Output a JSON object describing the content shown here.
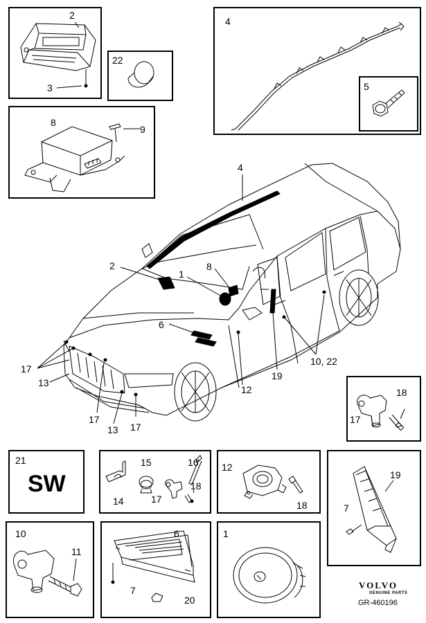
{
  "callouts": {
    "c2_box": "2",
    "c3": "3",
    "c22_box": "22",
    "c4_box": "4",
    "c5_box": "5",
    "c8_box": "8",
    "c9": "9",
    "c4_car": "4",
    "c2_car": "2",
    "c1_car": "1",
    "c8_car": "8",
    "c6_car": "6",
    "c17_left": "17",
    "c13_left": "13",
    "c17_bottom_a": "17",
    "c13_bottom": "13",
    "c17_bottom_b": "17",
    "c12_car": "12",
    "c19_car": "19",
    "c10_22_car": "10, 22",
    "c18_sensor": "18",
    "c17_sensor": "17",
    "c21": "21",
    "c15": "15",
    "c16": "16",
    "c14": "14",
    "c17_mid": "17",
    "c18_mid": "18",
    "c12_box": "12",
    "c18_box12": "18",
    "c19_box": "19",
    "c7_box19": "7",
    "c10_box": "10",
    "c11": "11",
    "c6_box": "6",
    "c7_box6": "7",
    "c20": "20",
    "c1_box": "1"
  },
  "sw_label": "SW",
  "brand": {
    "name": "VOLVO",
    "subtitle": "GENUINE PARTS",
    "reference": "GR-460196"
  }
}
